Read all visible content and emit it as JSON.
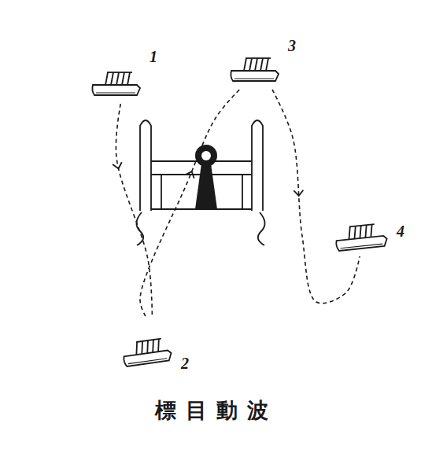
{
  "diagram": {
    "caption": "標目動波",
    "nodes": [
      {
        "text": [
          "1"
        ]
      },
      {
        "text": [
          "2"
        ]
      },
      {
        "text": [
          "3"
        ]
      },
      {
        "text": [
          "4"
        ]
      }
    ],
    "edges": [
      {
        "from": 0,
        "to": 1,
        "arrow": "to"
      },
      {
        "from": 1,
        "to": 2,
        "arrow": "to"
      },
      {
        "from": 2,
        "to": 3,
        "arrow": "to"
      }
    ]
  }
}
